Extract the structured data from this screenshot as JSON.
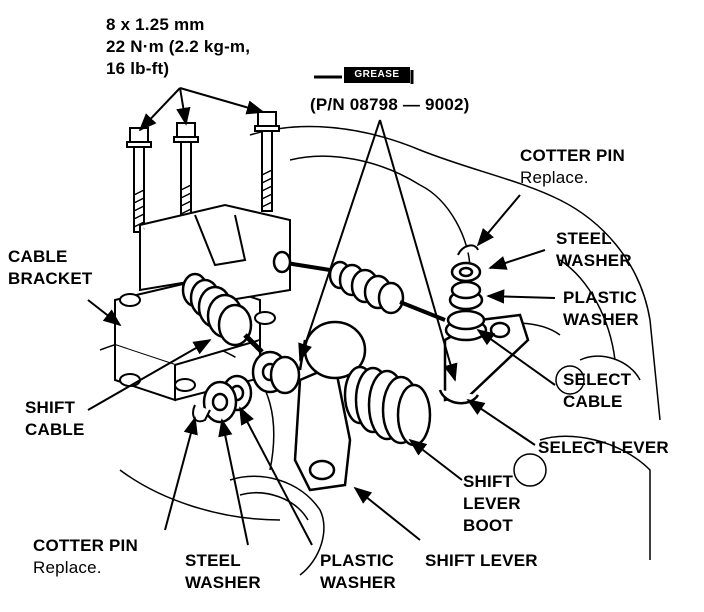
{
  "torque_spec": {
    "bolt_size": "8 x 1.25 mm",
    "torque_metric": "22 N·m (2.2 kg-m,",
    "torque_imperial": "16 lb-ft)"
  },
  "grease": {
    "symbol_text": "GREASE",
    "part_number": "(P/N 08798 — 9002)"
  },
  "labels": {
    "cotter_pin_top": {
      "name": "COTTER PIN",
      "note": "Replace."
    },
    "steel_washer_right": [
      "STEEL",
      "WASHER"
    ],
    "plastic_washer_right": [
      "PLASTIC",
      "WASHER"
    ],
    "select_cable": [
      "SELECT",
      "CABLE"
    ],
    "select_lever": "SELECT LEVER",
    "shift_lever_boot": [
      "SHIFT",
      "LEVER",
      "BOOT"
    ],
    "shift_lever": "SHIFT LEVER",
    "plastic_washer_bottom": [
      "PLASTIC",
      "WASHER"
    ],
    "steel_washer_bottom": [
      "STEEL",
      "WASHER"
    ],
    "cotter_pin_bottom": {
      "name": "COTTER PIN",
      "note": "Replace."
    },
    "shift_cable": [
      "SHIFT",
      "CABLE"
    ],
    "cable_bracket": [
      "CABLE",
      "BRACKET"
    ]
  }
}
